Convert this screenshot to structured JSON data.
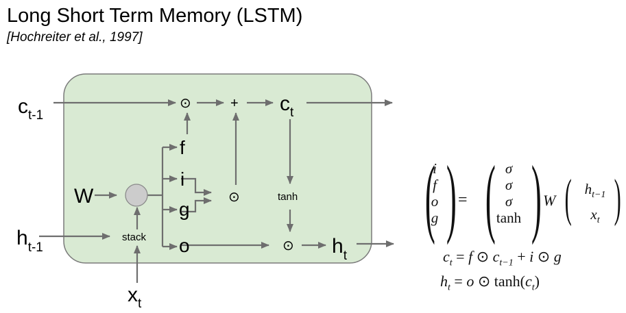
{
  "header": {
    "title": "Long Short Term Memory (LSTM)",
    "citation": "[Hochreiter et al., 1997]"
  },
  "diagram": {
    "cell_fill": "#d9ead3",
    "cell_stroke": "#7a7a7a",
    "arrow_color": "#6e6e6e",
    "node_fill": "#cccccc",
    "inputs": {
      "c_prev": {
        "base": "c",
        "sub": "t-1"
      },
      "h_prev": {
        "base": "h",
        "sub": "t-1"
      },
      "x": {
        "base": "x",
        "sub": "t"
      },
      "W": "W"
    },
    "outputs": {
      "c": {
        "base": "c",
        "sub": "t"
      },
      "h": {
        "base": "h",
        "sub": "t"
      }
    },
    "gates": {
      "f": "f",
      "i": "i",
      "g": "g",
      "o": "o"
    },
    "ops": {
      "hadamard": "⊙",
      "plus": "+",
      "tanh": "tanh",
      "stack": "stack"
    }
  },
  "equations": {
    "lhs_vector": [
      "i",
      "f",
      "o",
      "g"
    ],
    "equals": "=",
    "activations": [
      "σ",
      "σ",
      "σ",
      "tanh"
    ],
    "weight": "W",
    "input_vector": [
      "h_{t−1}",
      "x_t"
    ],
    "input_vector_display": [
      {
        "base": "h",
        "sub": "t−1"
      },
      {
        "base": "x",
        "sub": "t"
      }
    ],
    "cell_update": "c_t = f ⊙ c_{t−1} + i ⊙ g",
    "hidden_update": "h_t = o ⊙ tanh(c_t)"
  }
}
